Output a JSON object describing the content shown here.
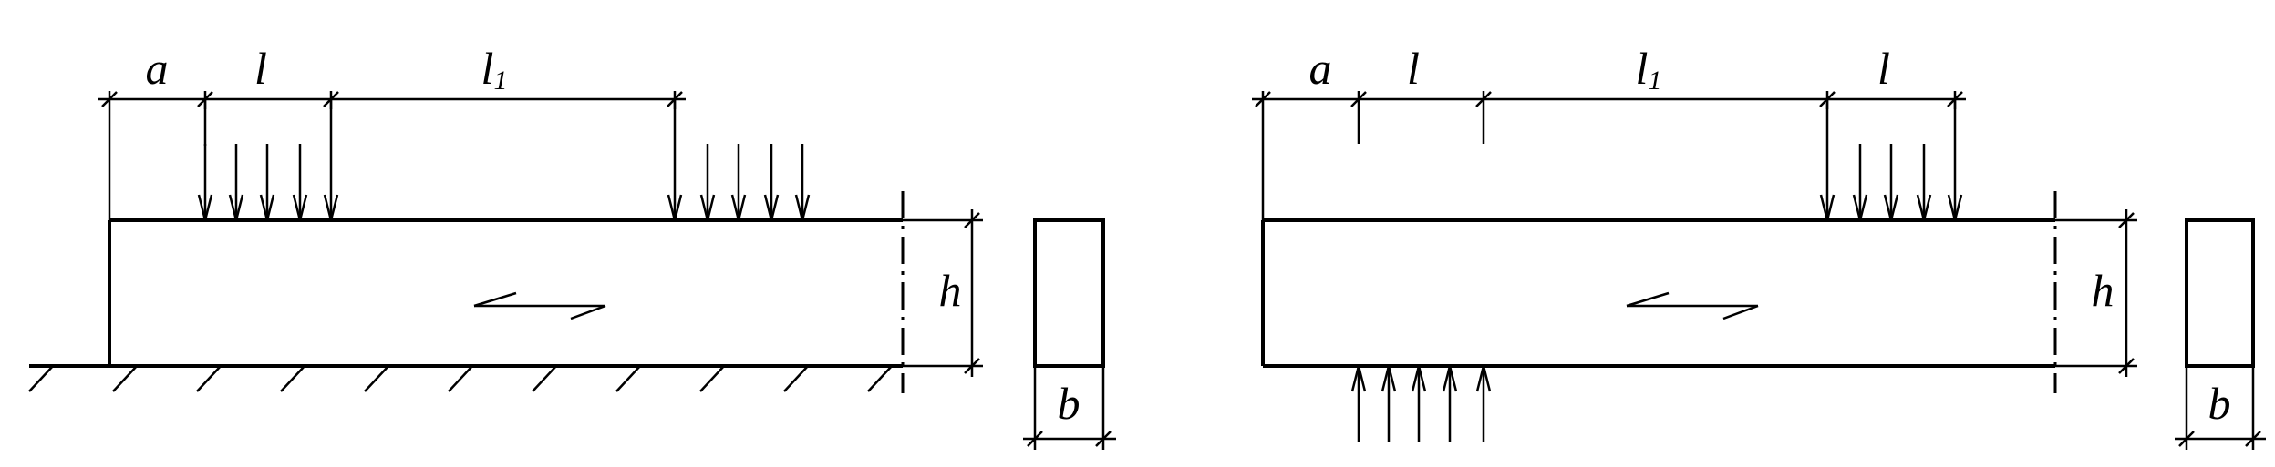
{
  "left_diagram": {
    "dims": {
      "a": "a",
      "l": "l",
      "l1_base": "l",
      "l1_sub": "1",
      "h": "h",
      "b": "b"
    }
  },
  "right_diagram": {
    "dims": {
      "a": "a",
      "l": "l",
      "l1_base": "l",
      "l1_sub": "1",
      "l_2": "l",
      "h": "h",
      "b": "b"
    }
  },
  "colors": {
    "stroke": "#000000",
    "background": "#ffffff"
  }
}
